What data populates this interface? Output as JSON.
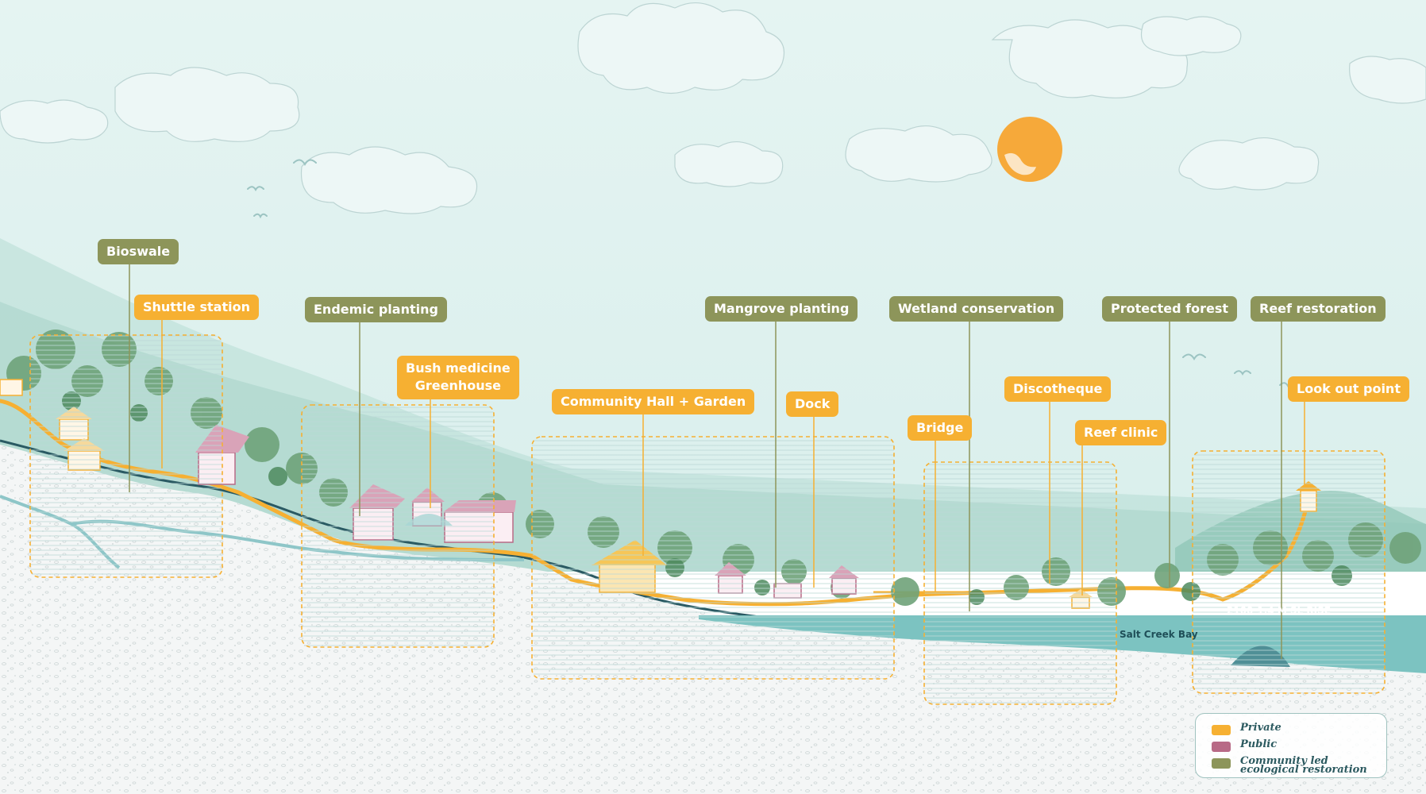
{
  "labels": {
    "bioswale": "Bioswale",
    "shuttle_station": "Shuttle station",
    "endemic_planting": "Endemic planting",
    "bush_medicine_line1": "Bush medicine",
    "bush_medicine_line2": "Greenhouse",
    "community_hall": "Community Hall + Garden",
    "dock": "Dock",
    "mangrove_planting": "Mangrove planting",
    "wetland_conservation": "Wetland conservation",
    "bridge": "Bridge",
    "discotheque": "Discotheque",
    "reef_clinic": "Reef clinic",
    "protected_forest": "Protected forest",
    "reef_restoration": "Reef restoration",
    "look_out_point": "Look out point"
  },
  "annotations": {
    "sea_level_rise": "2100-1.4 M SL RISE",
    "bay_name": "Salt Creek Bay"
  },
  "legend": [
    {
      "label": "Private",
      "color": "#f6b032"
    },
    {
      "label": "Public",
      "color": "#b86a86"
    },
    {
      "label_line1": "Community led",
      "label_line2": "ecological restoration",
      "color": "#8d955a"
    }
  ],
  "colors": {
    "private": "#f6b032",
    "public": "#b86a86",
    "ecological": "#8d955a",
    "sky": "#e3f3f1",
    "water": "#7cc3c1",
    "sun": "#f6a93a"
  }
}
